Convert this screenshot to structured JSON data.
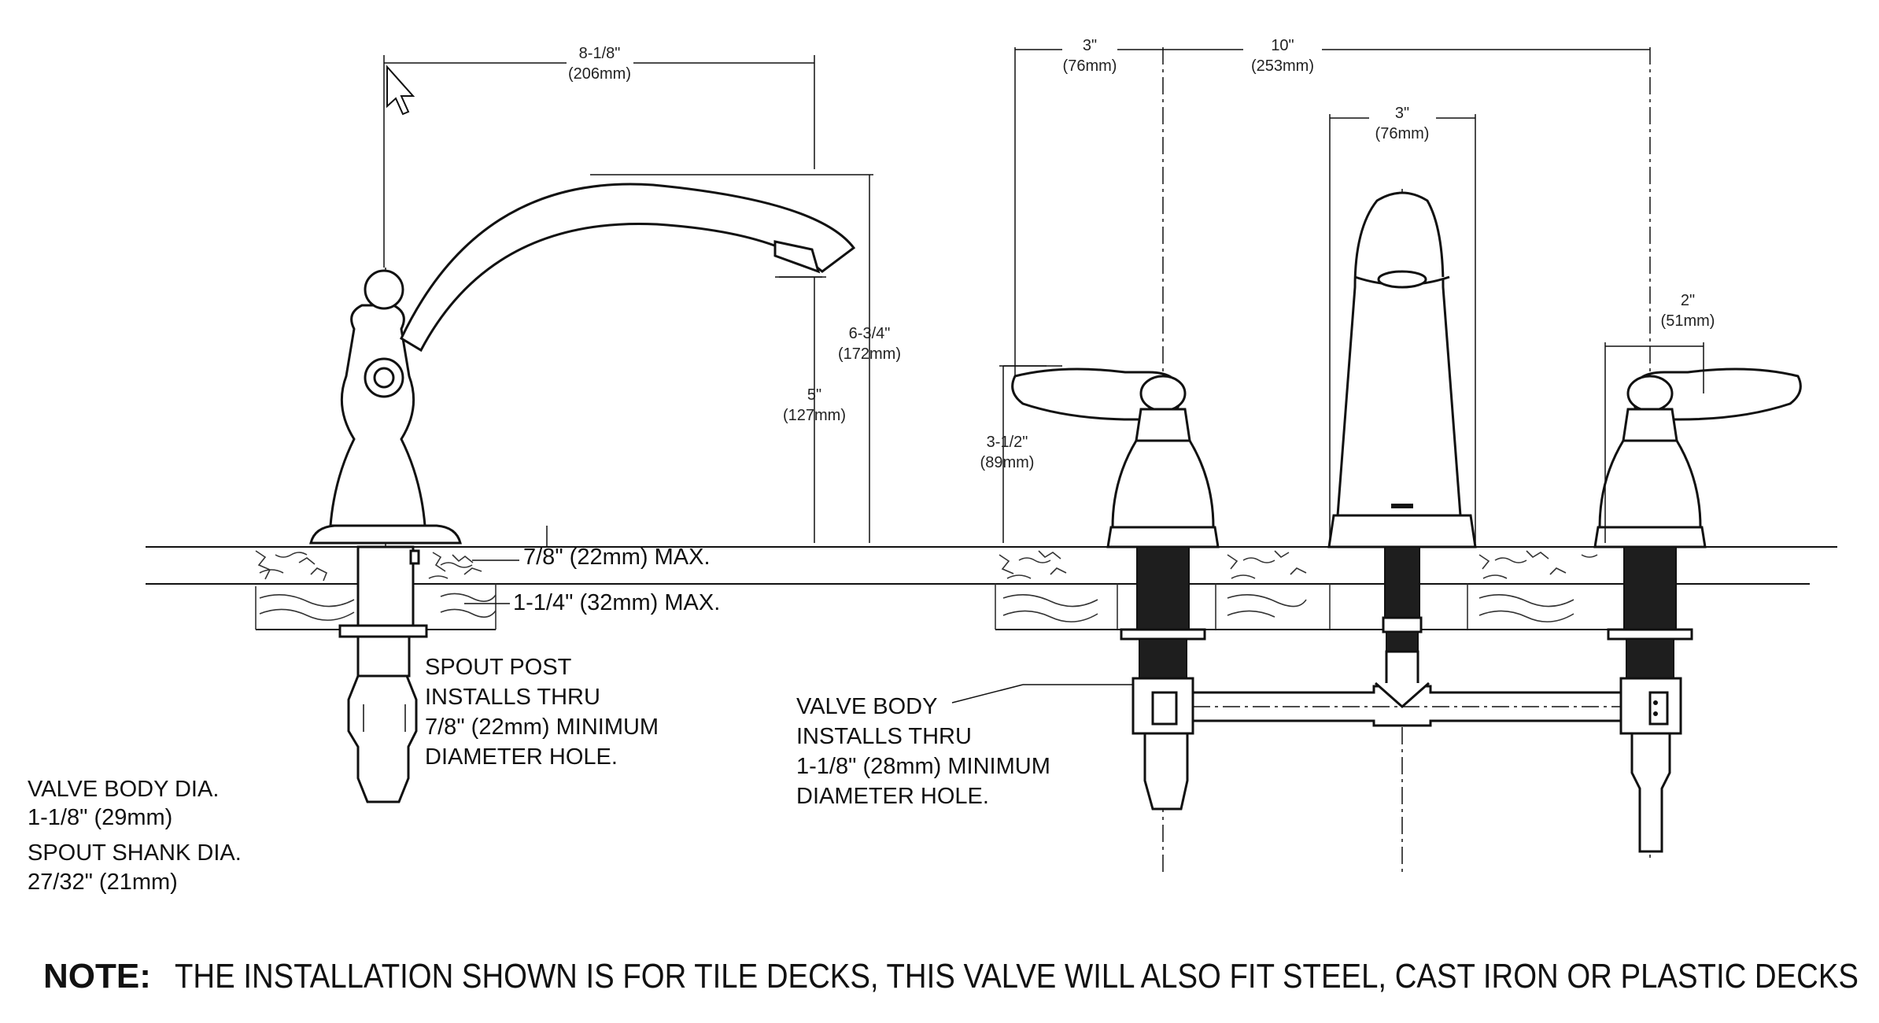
{
  "dimensions": {
    "spout_reach": {
      "in": "8-1/8\"",
      "mm": "(206mm)"
    },
    "spout_height_total": {
      "in": "6-3/4\"",
      "mm": "(172mm)"
    },
    "spout_height_outlet": {
      "in": "5\"",
      "mm": "(127mm)"
    },
    "handle_offset": {
      "in": "3\"",
      "mm": "(76mm)"
    },
    "center_spread": {
      "in": "10\"",
      "mm": "(253mm)"
    },
    "spout_base_width": {
      "in": "3\"",
      "mm": "(76mm)"
    },
    "handle_base_width": {
      "in": "2\"",
      "mm": "(51mm)"
    },
    "handle_height": {
      "in": "3-1/2\"",
      "mm": "(89mm)"
    }
  },
  "deck_labels": {
    "deck_max": "7/8\" (22mm) MAX.",
    "mount_max": "1-1/4\" (32mm) MAX."
  },
  "callouts": {
    "spout_post": [
      "SPOUT POST",
      "INSTALLS THRU",
      "7/8\" (22mm) MINIMUM",
      "DIAMETER HOLE."
    ],
    "valve_body": [
      "VALVE BODY",
      "INSTALLS THRU",
      "1-1/8\" (28mm) MINIMUM",
      "DIAMETER HOLE."
    ],
    "specs": [
      "VALVE BODY DIA.",
      "1-1/8\" (29mm)",
      "SPOUT SHANK DIA.",
      "27/32\" (21mm)"
    ]
  },
  "note": {
    "label": "NOTE:",
    "text": "THE INSTALLATION SHOWN IS FOR TILE DECKS, THIS VALVE WILL ALSO FIT STEEL, CAST IRON OR PLASTIC DECKS"
  }
}
